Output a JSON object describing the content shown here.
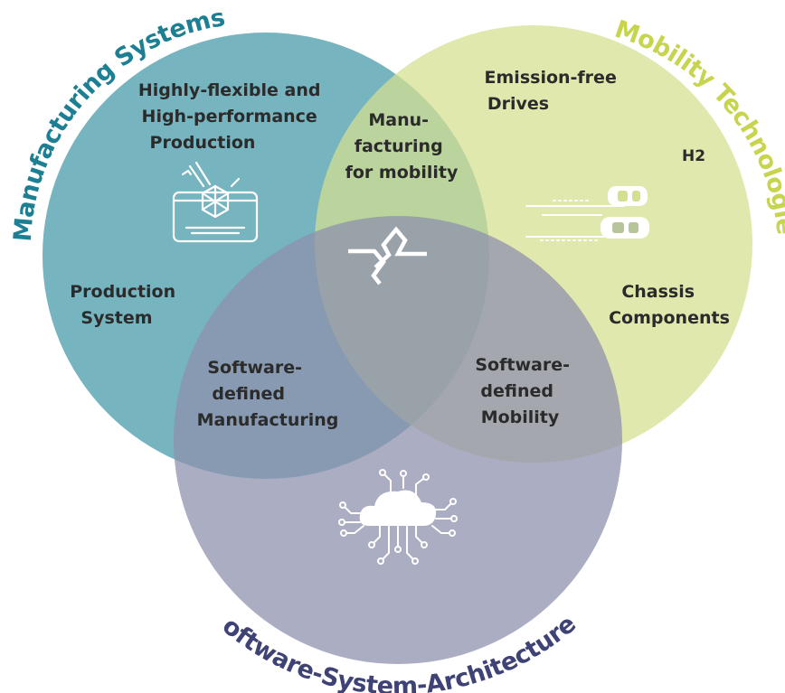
{
  "titles": {
    "manufacturing": "Manufacturing Systems",
    "mobility": "Mobility Technologies",
    "software": "Software-System-Architectures"
  },
  "labels": {
    "highly_flexible": [
      "Highly-flexible and",
      "High-performance",
      "Production"
    ],
    "production_system": [
      "Production",
      "System"
    ],
    "manufacturing_for_mobility": [
      "Manu-",
      "facturing",
      "for mobility"
    ],
    "emission_free": [
      "Emission-free",
      "Drives"
    ],
    "h2": "H2",
    "chassis": [
      "Chassis",
      "Components"
    ],
    "sd_manufacturing": [
      "Software-",
      "defined",
      "Manufacturing"
    ],
    "sd_mobility": [
      "Software-",
      "defined",
      "Mobility"
    ]
  },
  "icons": {
    "production": "3d-printer-icon",
    "cars": "moving-cars-icon",
    "center": "zigzag-logo-icon",
    "cloud": "cloud-circuit-icon"
  },
  "colors": {
    "manufacturing_circle": "#5ea7b5",
    "mobility_circle": "#d5df8e",
    "software_circle": "#8f92ae",
    "manufacturing_title": "#1d7f93",
    "mobility_title": "#c6d44e",
    "software_title": "#3f4275"
  }
}
